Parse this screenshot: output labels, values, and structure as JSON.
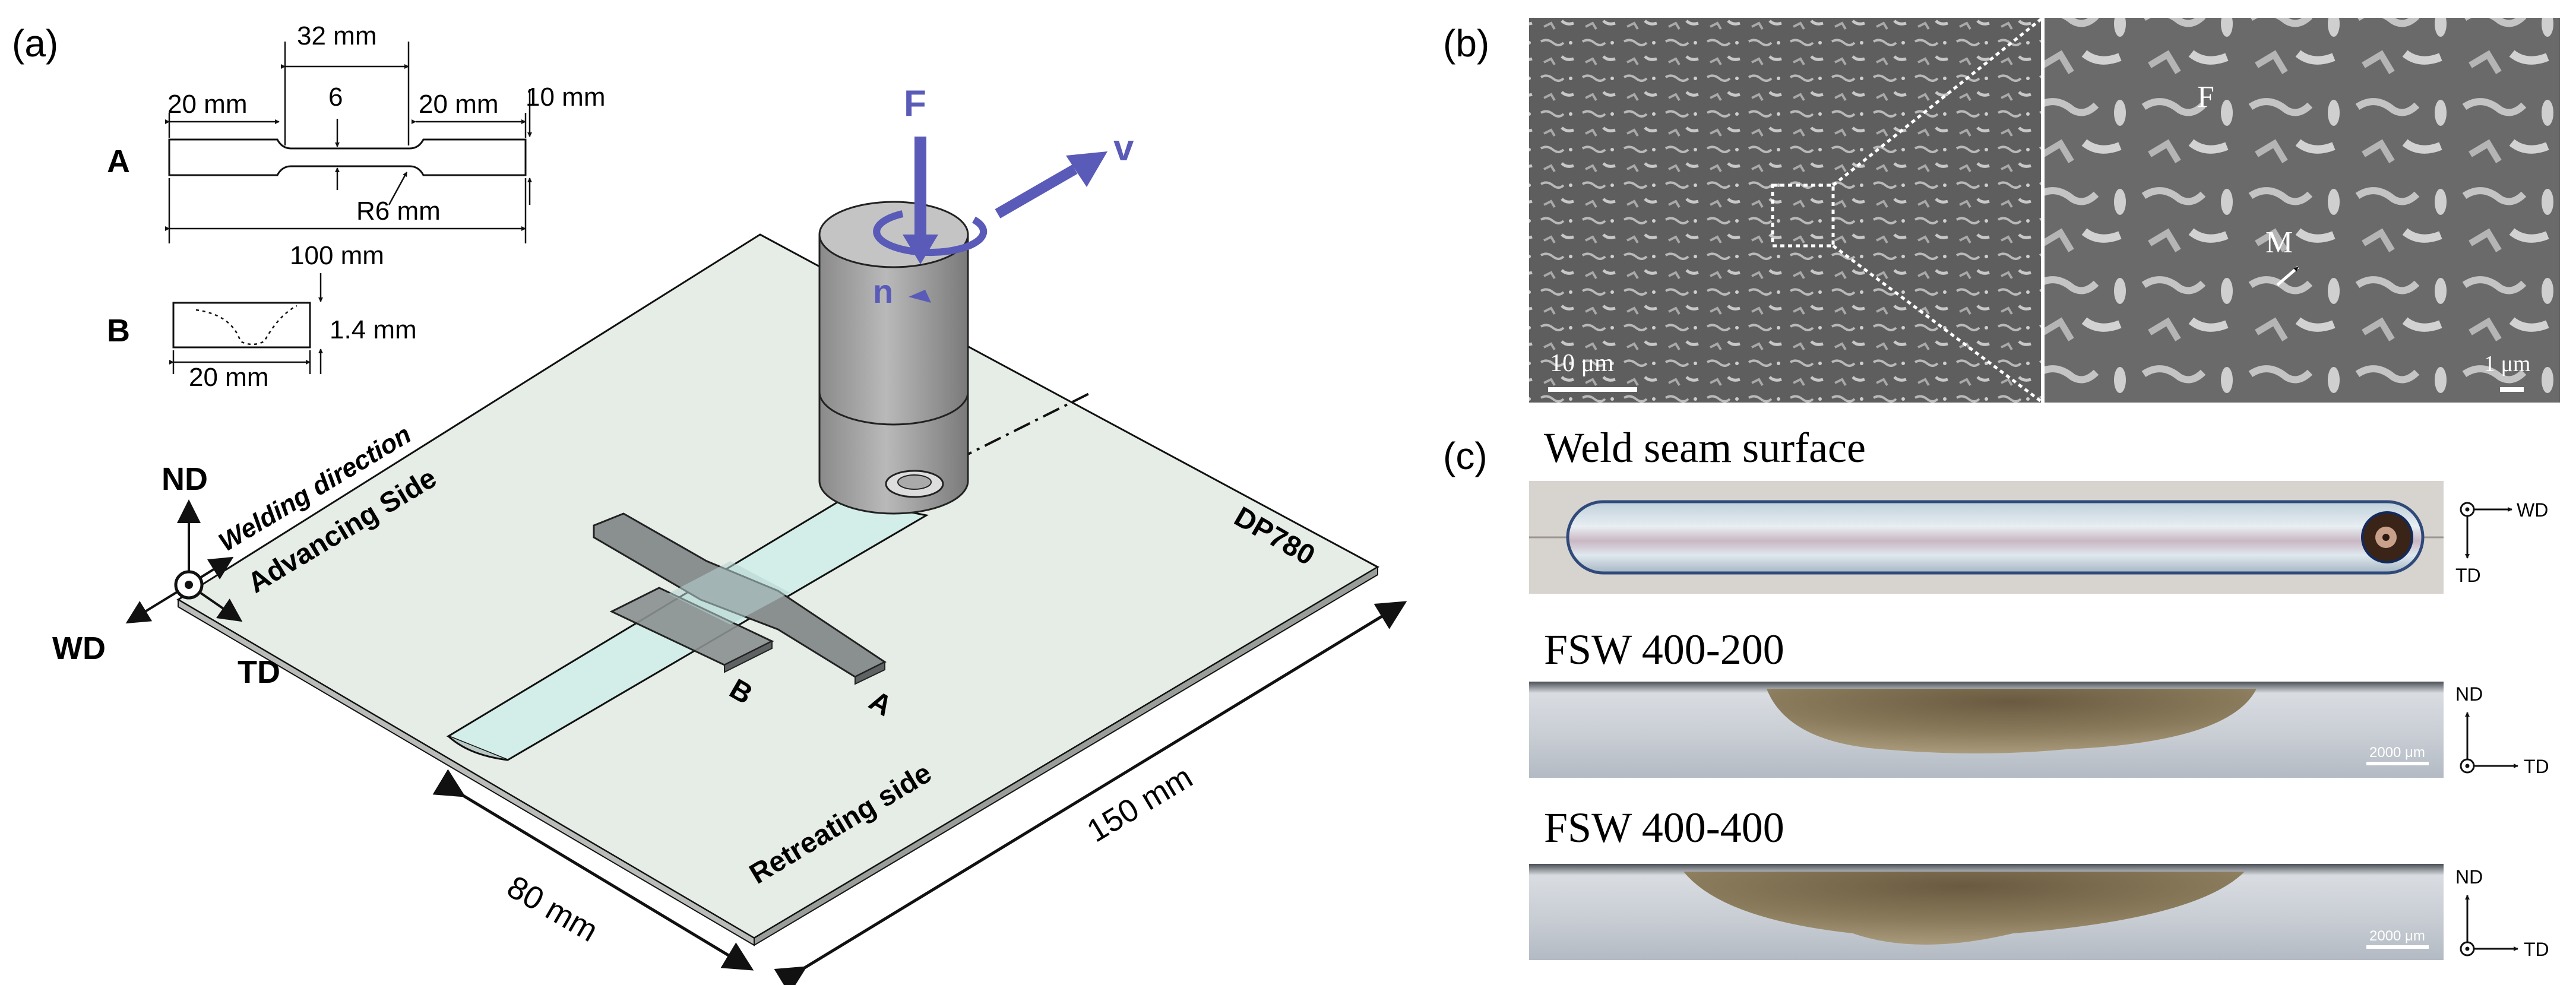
{
  "panel_labels": {
    "a": "(a)",
    "b": "(b)",
    "c": "(c)"
  },
  "specimen_a": {
    "label": "A",
    "dim_top": "32 mm",
    "dim_left": "20 mm",
    "dim_right": "20 mm",
    "dim_height": "10 mm",
    "dim_width": "6",
    "dim_radius": "R6 mm",
    "dim_total": "100 mm"
  },
  "specimen_b": {
    "label": "B",
    "dim_thickness": "1.4 mm",
    "dim_length": "20 mm"
  },
  "tool": {
    "force": "F",
    "velocity": "v",
    "rotation": "n"
  },
  "plate": {
    "material": "DP780",
    "advancing": "Advancing Side",
    "retreating": "Retreating side",
    "welding_direction": "Welding direction",
    "width_dim": "80 mm",
    "length_dim": "150 mm",
    "specimen_a_label": "A",
    "specimen_b_label": "B"
  },
  "axes_a": {
    "nd": "ND",
    "wd": "WD",
    "td": "TD"
  },
  "micrograph": {
    "scale_left": "10  μm",
    "scale_right": "1 μm",
    "label_f": "F",
    "label_m": "M"
  },
  "panel_c": {
    "surface_title": "Weld seam surface",
    "cross1_title": "FSW 400-200",
    "cross2_title": "FSW 400-400",
    "surface_axis_x": "WD",
    "surface_axis_y": "TD",
    "cross_axis_y": "ND",
    "cross_axis_x": "TD",
    "cross_scale": "2000 μm"
  },
  "colors": {
    "tool_arrow": "#5a5ab8",
    "plate_fill": "#e6ece6",
    "weld_fill": "#d3eee8"
  }
}
